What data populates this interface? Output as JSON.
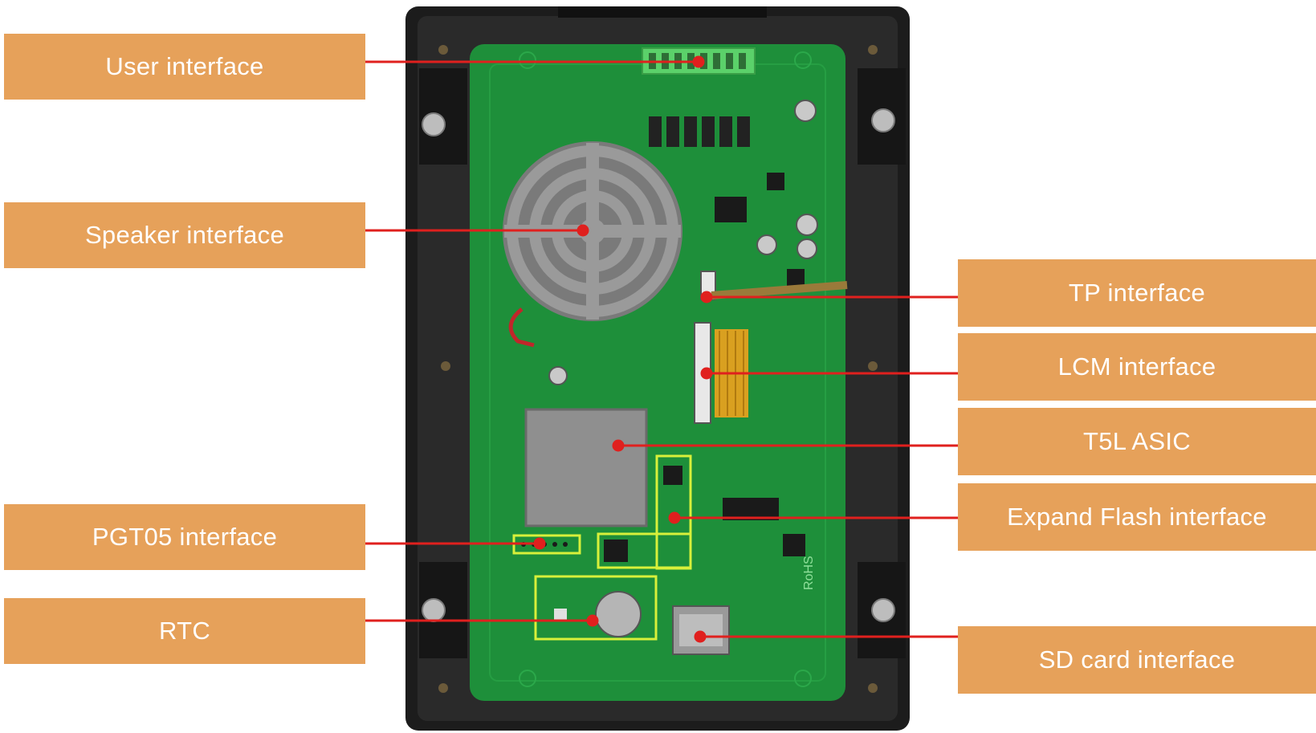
{
  "labels": {
    "user_interface": "User interface",
    "speaker_interface": "Speaker interface",
    "pgt05_interface": "PGT05 interface",
    "rtc": "RTC",
    "tp_interface": "TP interface",
    "lcm_interface": "LCM interface",
    "t5l_asic": "T5L ASIC",
    "expand_flash_interface": "Expand Flash interface",
    "sd_card_interface": "SD card interface"
  },
  "board_text": {
    "rohs": "RoHS"
  },
  "colors": {
    "label_fill": "#E6A15A",
    "label_text": "#FFFFFF",
    "leader_line": "#E0201E",
    "pcb_green": "#1E8F3A",
    "enclosure": "#1C1C1C",
    "highlight_box": "#D8F03A"
  }
}
